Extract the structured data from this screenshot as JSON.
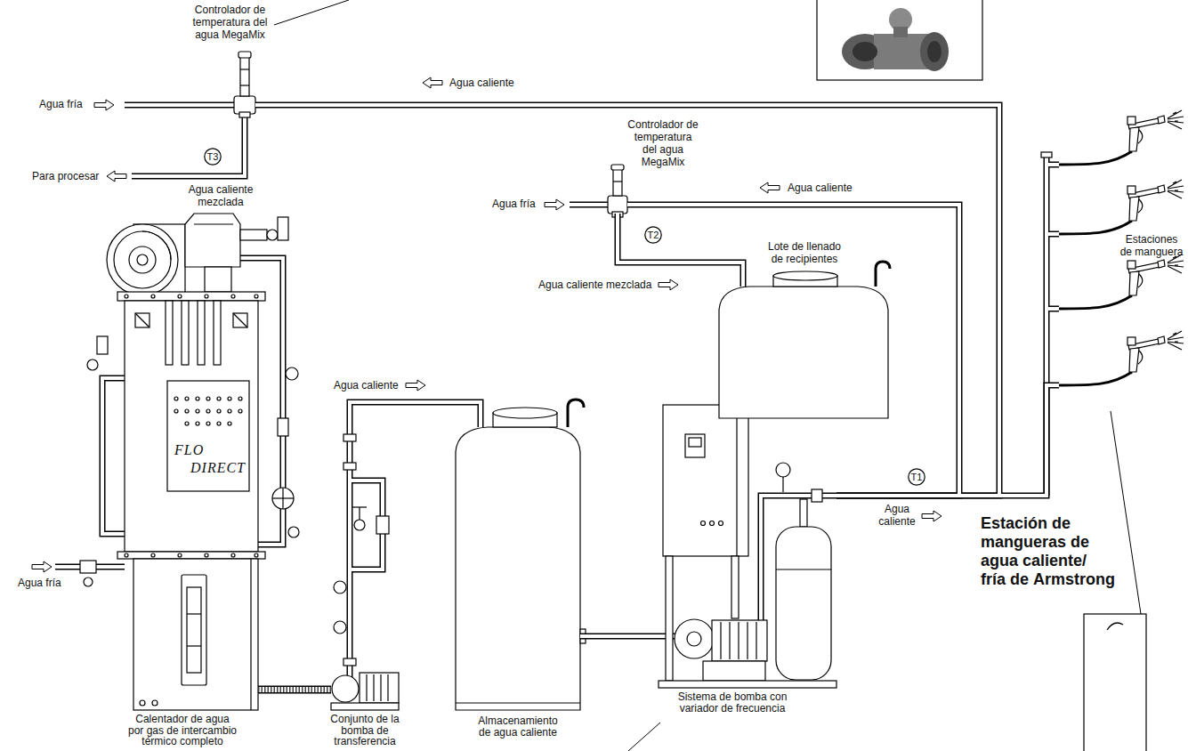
{
  "diagram": {
    "nodes": [
      {
        "text": [
          "Controlador de temperatura del agua MegaMix"
        ]
      },
      {
        "text": [
          "T3"
        ]
      },
      {
        "text": [
          "Controlador de temperatura del agua MegaMix"
        ]
      },
      {
        "text": [
          "T2"
        ]
      },
      {
        "text": [
          "Lote de llenado de recipientes"
        ]
      },
      {
        "text": [
          "Estaciones de manguera"
        ]
      },
      {
        "text": [
          "T1"
        ]
      },
      {
        "text": [
          "Calentador de agua por gas de intercambio térmico completo"
        ]
      },
      {
        "text": [
          "Conjunto de la bomba de transferencia"
        ]
      },
      {
        "text": [
          "Almacenamiento de agua caliente"
        ]
      },
      {
        "text": [
          "Sistema de bomba con variador de frecuencia"
        ]
      }
    ],
    "edges": [
      {
        "from": 7,
        "to": 8,
        "arrow": "none"
      },
      {
        "from": 8,
        "to": 9,
        "arrow": "none"
      },
      {
        "from": 9,
        "to": 10,
        "arrow": "none"
      },
      {
        "from": 10,
        "to": 5,
        "arrow": "none"
      },
      {
        "from": 10,
        "to": 0,
        "arrow": "none"
      },
      {
        "from": 10,
        "to": 2,
        "arrow": "none"
      },
      {
        "from": 2,
        "to": 4,
        "arrow": "none"
      }
    ],
    "labels": [
      "Agua fría",
      "Agua caliente",
      "Para procesar",
      "Agua caliente mezclada",
      "Agua fría",
      "Agua caliente",
      "Agua caliente mezclada",
      "Agua caliente",
      "FLO",
      "DIRECT",
      "Agua fría",
      "Agua caliente",
      "Estación de mangueras de agua caliente/ fría de Armstrong"
    ]
  }
}
